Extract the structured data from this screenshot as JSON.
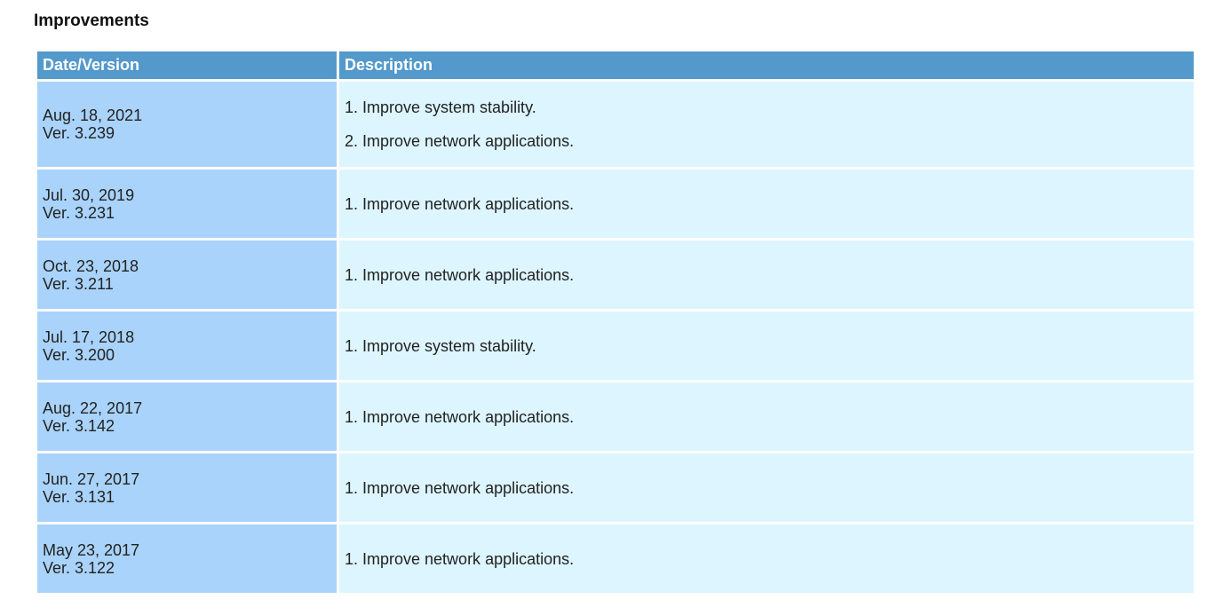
{
  "section": {
    "title": "Improvements"
  },
  "table": {
    "headers": {
      "date_version": "Date/Version",
      "description": "Description"
    },
    "rows": [
      {
        "date": "Aug. 18, 2021",
        "version": "Ver. 3.239",
        "items": [
          "1. Improve system stability.",
          "2. Improve network applications."
        ]
      },
      {
        "date": "Jul. 30, 2019",
        "version": "Ver. 3.231",
        "items": [
          "1. Improve network applications."
        ]
      },
      {
        "date": "Oct. 23, 2018",
        "version": "Ver. 3.211",
        "items": [
          "1. Improve network applications."
        ]
      },
      {
        "date": "Jul. 17, 2018",
        "version": "Ver. 3.200",
        "items": [
          "1. Improve system stability."
        ]
      },
      {
        "date": "Aug. 22, 2017",
        "version": "Ver. 3.142",
        "items": [
          "1. Improve network applications."
        ]
      },
      {
        "date": "Jun. 27, 2017",
        "version": "Ver. 3.131",
        "items": [
          "1. Improve network applications."
        ]
      },
      {
        "date": "May 23, 2017",
        "version": "Ver. 3.122",
        "items": [
          "1. Improve network applications."
        ]
      }
    ]
  },
  "colors": {
    "header_bg": "#5499cb",
    "date_cell_bg": "#a9d3fa",
    "desc_cell_bg": "#ddf5fe"
  }
}
